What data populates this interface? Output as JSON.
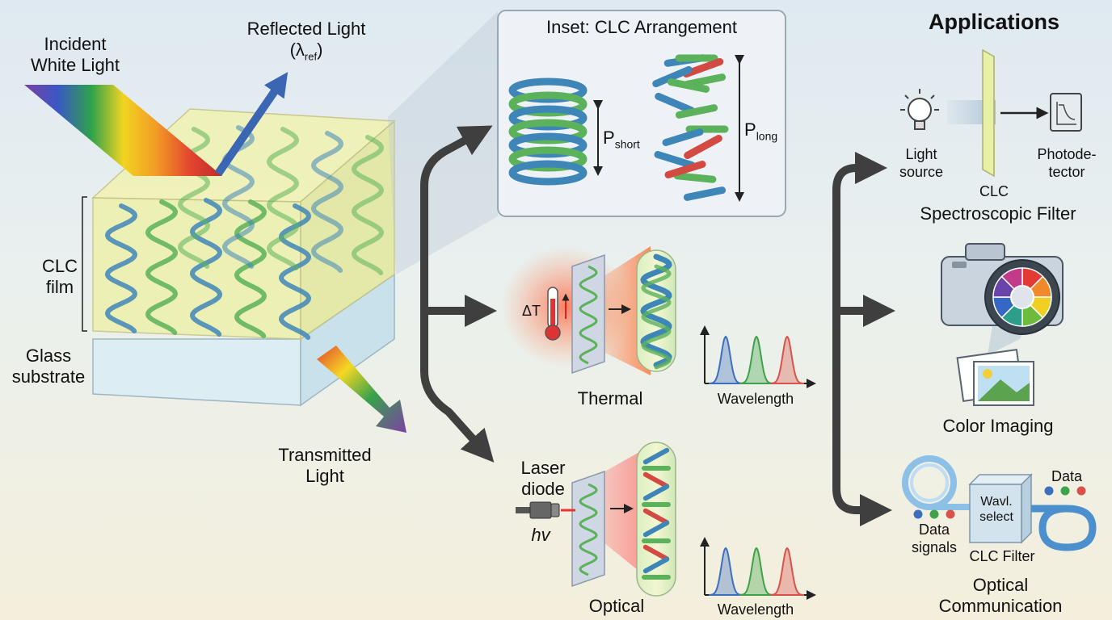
{
  "main": {
    "incident_label": [
      "Incident",
      "White Light"
    ],
    "reflected_label": "Reflected Light",
    "reflected_symbol": "(λ",
    "reflected_sub": "ref",
    "reflected_close": ")",
    "clc_film_label": [
      "CLC",
      "film"
    ],
    "glass_label": [
      "Glass",
      "substrate"
    ],
    "transmitted_label": [
      "Transmitted",
      "Light"
    ]
  },
  "inset": {
    "title": "Inset: CLC Arrangement",
    "p_short": "P",
    "p_short_sub": "short",
    "p_long": "P",
    "p_long_sub": "long"
  },
  "tuning": {
    "thermal_symbol": "ΔT",
    "thermal_label": "Thermal",
    "laser_label": [
      "Laser",
      "diode"
    ],
    "hv_label": "hv",
    "optical_label": "Optical",
    "wavelength_top": "Wavelength",
    "wavelength_bottom": "Wavelength"
  },
  "applications": {
    "title": "Applications",
    "light_source": [
      "Light",
      "source"
    ],
    "clc": "CLC",
    "photodetector": [
      "Photode-",
      "tector"
    ],
    "spectroscopic_filter": "Spectroscopic Filter",
    "color_imaging": "Color Imaging",
    "data": "Data",
    "wavl_select": [
      "Wavl.",
      "select"
    ],
    "data_signals": [
      "Data",
      "signals"
    ],
    "clc_filter": "CLC Filter",
    "optical_communication": [
      "Optical",
      "Communication"
    ]
  },
  "colors": {
    "arrow": "#3f3f3f",
    "helix_blue": "#3f86b8",
    "helix_green": "#5bb25a",
    "rod_red": "#d24a42",
    "film_yellow": "#eef0a8",
    "glass": "#d9ecf3",
    "spectrum_blue": "#3d6fc0",
    "spectrum_green": "#3ea24a",
    "spectrum_red": "#d9534a"
  },
  "spectra": {
    "peaks": [
      "blue",
      "green",
      "red"
    ]
  }
}
